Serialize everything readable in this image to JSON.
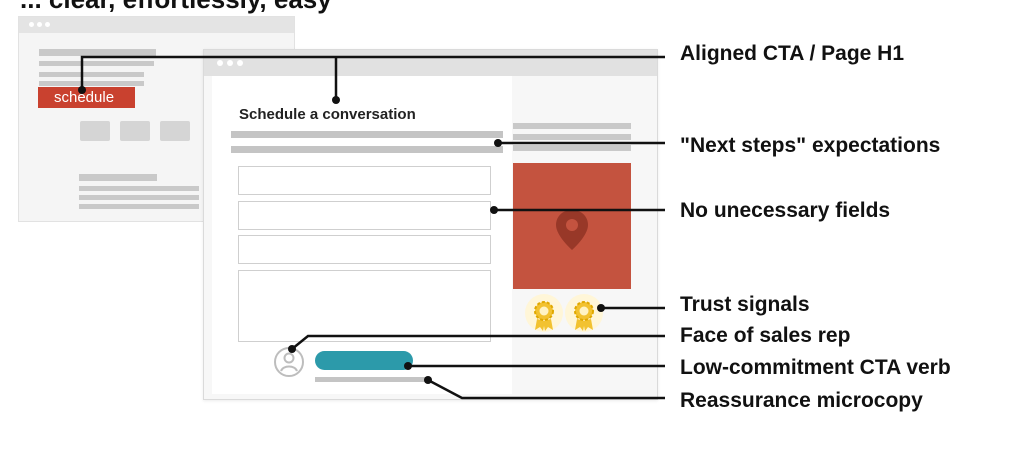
{
  "heading": "... clear, effortlessly, easy",
  "back_window": {
    "schedule_button": "schedule"
  },
  "form": {
    "title": "Schedule a conversation"
  },
  "callouts": [
    {
      "id": "aligned-cta",
      "label": "Aligned CTA / Page H1"
    },
    {
      "id": "next-steps",
      "label": "\"Next steps\" expectations"
    },
    {
      "id": "no-fields",
      "label": "No unecessary fields"
    },
    {
      "id": "trust",
      "label": "Trust signals"
    },
    {
      "id": "face",
      "label": "Face of sales rep"
    },
    {
      "id": "cta-verb",
      "label": "Low-commitment CTA verb"
    },
    {
      "id": "reassurance",
      "label": "Reassurance microcopy"
    }
  ],
  "colors": {
    "cta_accent": "#c9412f",
    "map_block": "#c4533f",
    "submit_button": "#2c9aaa",
    "badge_gold": "#f2c230"
  },
  "icons": [
    "map-pin-icon",
    "award-badge-icon",
    "user-avatar-icon"
  ]
}
